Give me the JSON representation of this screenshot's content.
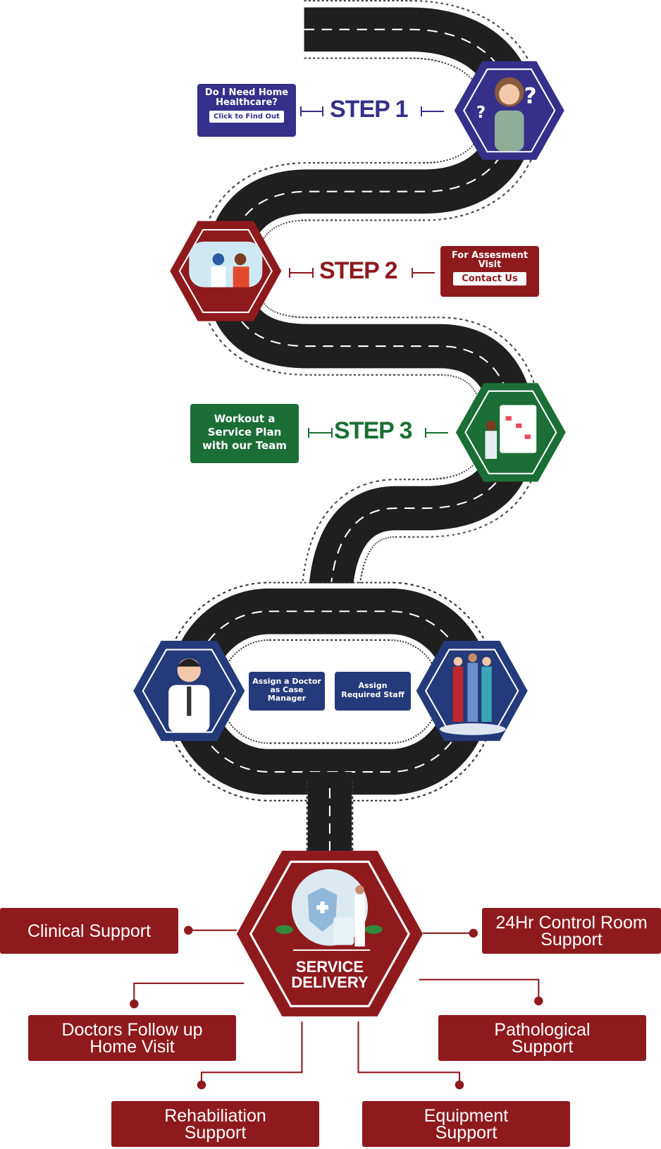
{
  "colors": {
    "step1": "#36308a",
    "step2": "#8e1a1e",
    "step3": "#1b6e35",
    "team": "#243a7a",
    "service": "#8e1a1e",
    "road": "#1f1f1f"
  },
  "step1": {
    "label": "STEP 1",
    "box_title": "Do I Need Home Healthcare?",
    "button": "Click to Find Out"
  },
  "step2": {
    "label": "STEP 2",
    "box_title": "For Assesment Visit",
    "button": "Contact Us"
  },
  "step3": {
    "label": "STEP 3",
    "box_title": "Workout a Service Plan with our Team"
  },
  "team": {
    "doctor": "Assign a Doctor as Case Manager",
    "staff": "Assign Required Staff"
  },
  "service": {
    "title_line1": "SERVICE",
    "title_line2": "DELIVERY",
    "items": [
      "Clinical Support",
      "24Hr Control Room Support",
      "Doctors Follow up Home Visit",
      "Pathological Support",
      "Rehabiliation Support",
      "Equipment Support"
    ]
  }
}
